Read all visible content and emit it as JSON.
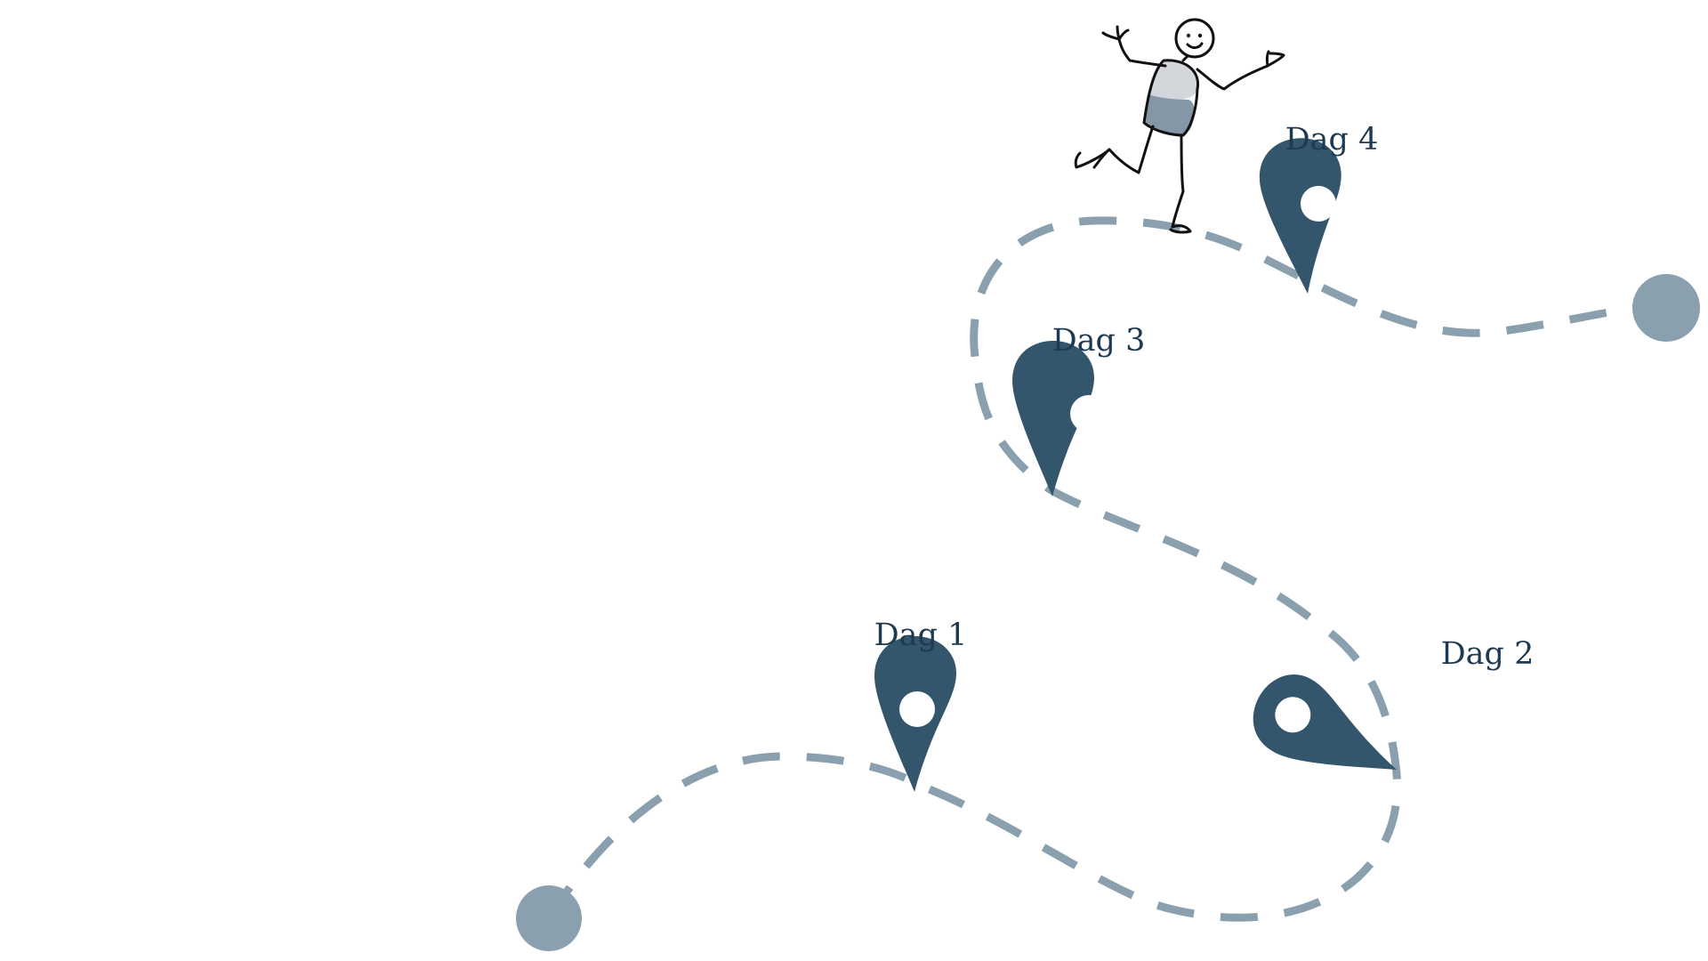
{
  "colors": {
    "path": "#8aa0ae",
    "pin": "#33566d",
    "pin_hole": "#ffffff",
    "label": "#1f3a50",
    "figure_stroke": "#111111",
    "figure_shirt_light": "#d3d6da",
    "figure_shirt_dark": "#8597a6"
  },
  "route": {
    "start_marker": "circle",
    "end_marker": "circle",
    "line_style": "dashed"
  },
  "pins": [
    {
      "id": "dag-1",
      "label": "Dag 1",
      "icon": "map-pin-icon"
    },
    {
      "id": "dag-2",
      "label": "Dag 2",
      "icon": "map-pin-icon"
    },
    {
      "id": "dag-3",
      "label": "Dag 3",
      "icon": "map-pin-icon"
    },
    {
      "id": "dag-4",
      "label": "Dag 4",
      "icon": "map-pin-icon"
    }
  ],
  "figure": {
    "icon": "stick-figure-icon"
  }
}
